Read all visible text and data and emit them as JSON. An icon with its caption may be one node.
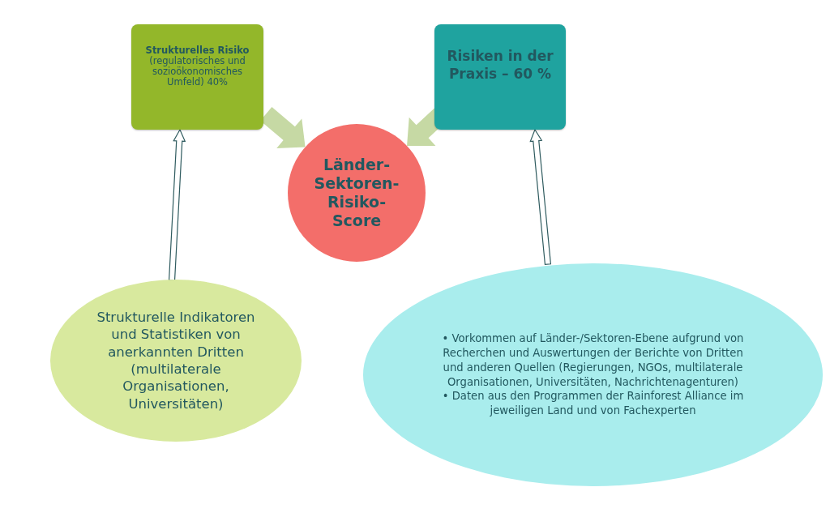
{
  "diagram": {
    "nodes": [
      {
        "text": [
          "**Strukturelles Risiko** (regulatorisches und sozioökonomisches Umfeld) 40%"
        ]
      },
      {
        "text": [
          "Risiken in der Praxis – 60 %"
        ]
      },
      {
        "text": [
          "Länder-Sektoren-Risiko-Score"
        ]
      },
      {
        "text": [
          "Strukturelle Indikatoren und Statistiken von anerkannten Dritten (multilaterale Organisationen, Universitäten)"
        ]
      },
      {
        "text": [
          "• Vorkommen auf Länder-/Sektoren-Ebene aufgrund von Recherchen und Auswertungen der Berichte von Dritten und anderen Quellen (Regierungen, NGOs, multilaterale Organisationen, Universitäten, Nachrichtenagenturen)",
          "• Daten aus den Programmen der Rainforest Alliance im jeweiligen Land und von Fachexperten"
        ]
      }
    ],
    "edges": [
      {
        "from": 0,
        "to": 2,
        "arrow": "to",
        "color": "#c6d9a4"
      },
      {
        "from": 1,
        "to": 2,
        "arrow": "to",
        "color": "#c6d9a4"
      },
      {
        "from": 3,
        "to": 0,
        "arrow": "to"
      },
      {
        "from": 4,
        "to": 1,
        "arrow": "to"
      }
    ]
  }
}
